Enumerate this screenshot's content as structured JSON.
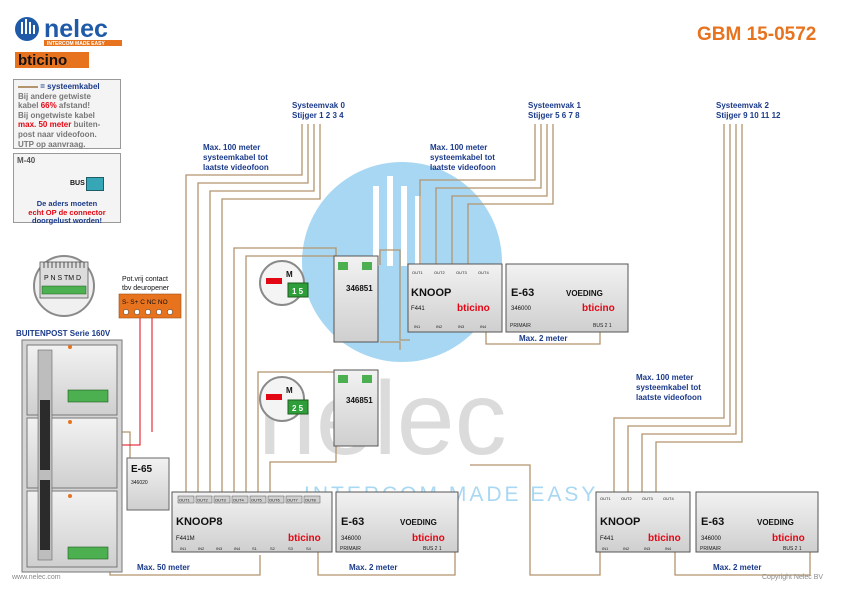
{
  "header": {
    "brand": "nelec",
    "brand_tagline": "INTERCOM MADE EASY",
    "partner_logo": "bticino",
    "doc_code": "GBM 15-0572"
  },
  "legend": {
    "line_label": "= systeemkabel",
    "line1": "Bij andere getwiste",
    "line2_pre": "kabel ",
    "line2_red": "66%",
    "line2_post": " afstand!",
    "line3": "Bij ongetwiste kabel",
    "line4_red": "max. 50 meter",
    "line4_post": " buiten-",
    "line5": "post naar videofoon.",
    "line6": "UTP op aanvraag."
  },
  "m40": {
    "title": "M-40",
    "bus_label": "BUS",
    "note1": "De aders moeten",
    "note2": "echt OP de connector",
    "note3": "doorgelust worden!"
  },
  "sections": {
    "vak0_title": "Systeemvak 0",
    "vak0_stijger": "Stijger 1 2 3 4",
    "vak1_title": "Systeemvak 1",
    "vak1_stijger": "Stijger 5 6 7 8",
    "vak2_title": "Systeemvak 2",
    "vak2_stijger": "Stijger 9 10 11 12"
  },
  "notes": {
    "max100_a1": "Max. 100 meter",
    "max100_a2": "systeemkabel tot",
    "max100_a3": "laatste videofoon",
    "max100_b1": "Max. 100 meter",
    "max100_b2": "systeemkabel tot",
    "max100_b3": "laatste videofoon",
    "max100_c1": "Max. 100 meter",
    "max100_c2": "systeemkabel tot",
    "max100_c3": "laatste videofoon",
    "max2_a": "Max. 2 meter",
    "max2_b": "Max. 2 meter",
    "max2_c": "Max. 2 meter",
    "max50": "Max. 50 meter"
  },
  "devices": {
    "pot_contact1": "Pot.vrij contact",
    "pot_contact2": "tbv deuropener",
    "relay_terms": "S-  S+ C NC NO",
    "buitenpost": "BUITENPOST Serie 160V",
    "keypad_letters": "P  N  S  TM  D",
    "knoop_top": "KNOOP",
    "knoop_top_code": "F441",
    "knoop_right": "KNOOP",
    "knoop_right_code": "F441",
    "knoop8": "KNOOP8",
    "knoop8_code": "F441M",
    "voeding": "VOEDING",
    "e63": "E-63",
    "e63_code": "346000",
    "e65": "E-65",
    "e65_code": "346020",
    "bticino_mark": "bticino",
    "primair": "PRIMAIR",
    "bus_out": "BUS 2 1",
    "outs": [
      "OUT1",
      "OUT2",
      "OUT3",
      "OUT4"
    ],
    "outs8": [
      "OUT1",
      "OUT2",
      "OUT3",
      "OUT4",
      "OUT5",
      "OUT6",
      "OUT7",
      "OUT8"
    ],
    "ins": [
      "IN1",
      "IN2",
      "IN3",
      "IN4"
    ],
    "ins8": [
      "IN1",
      "IN2",
      "IN3",
      "IN4",
      "S1",
      "S2",
      "S3",
      "S4"
    ],
    "videofoon_code": "346851",
    "videofoon_addr1": "1 5",
    "videofoon_addr2": "2 5",
    "jumper": "M"
  },
  "watermark": {
    "big": "nelec",
    "tag": "INTERCOM MADE EASY"
  },
  "footer": {
    "left": "www.nelec.com",
    "right": "Copyright Nelec BV"
  },
  "colors": {
    "brand_blue": "#1e5aa8",
    "accent_orange": "#e8731f",
    "label_blue": "#1a3a8a",
    "alert_red": "#e30613",
    "cable_tan": "#b4956e",
    "watermark_blue": "#7ec4ec"
  }
}
